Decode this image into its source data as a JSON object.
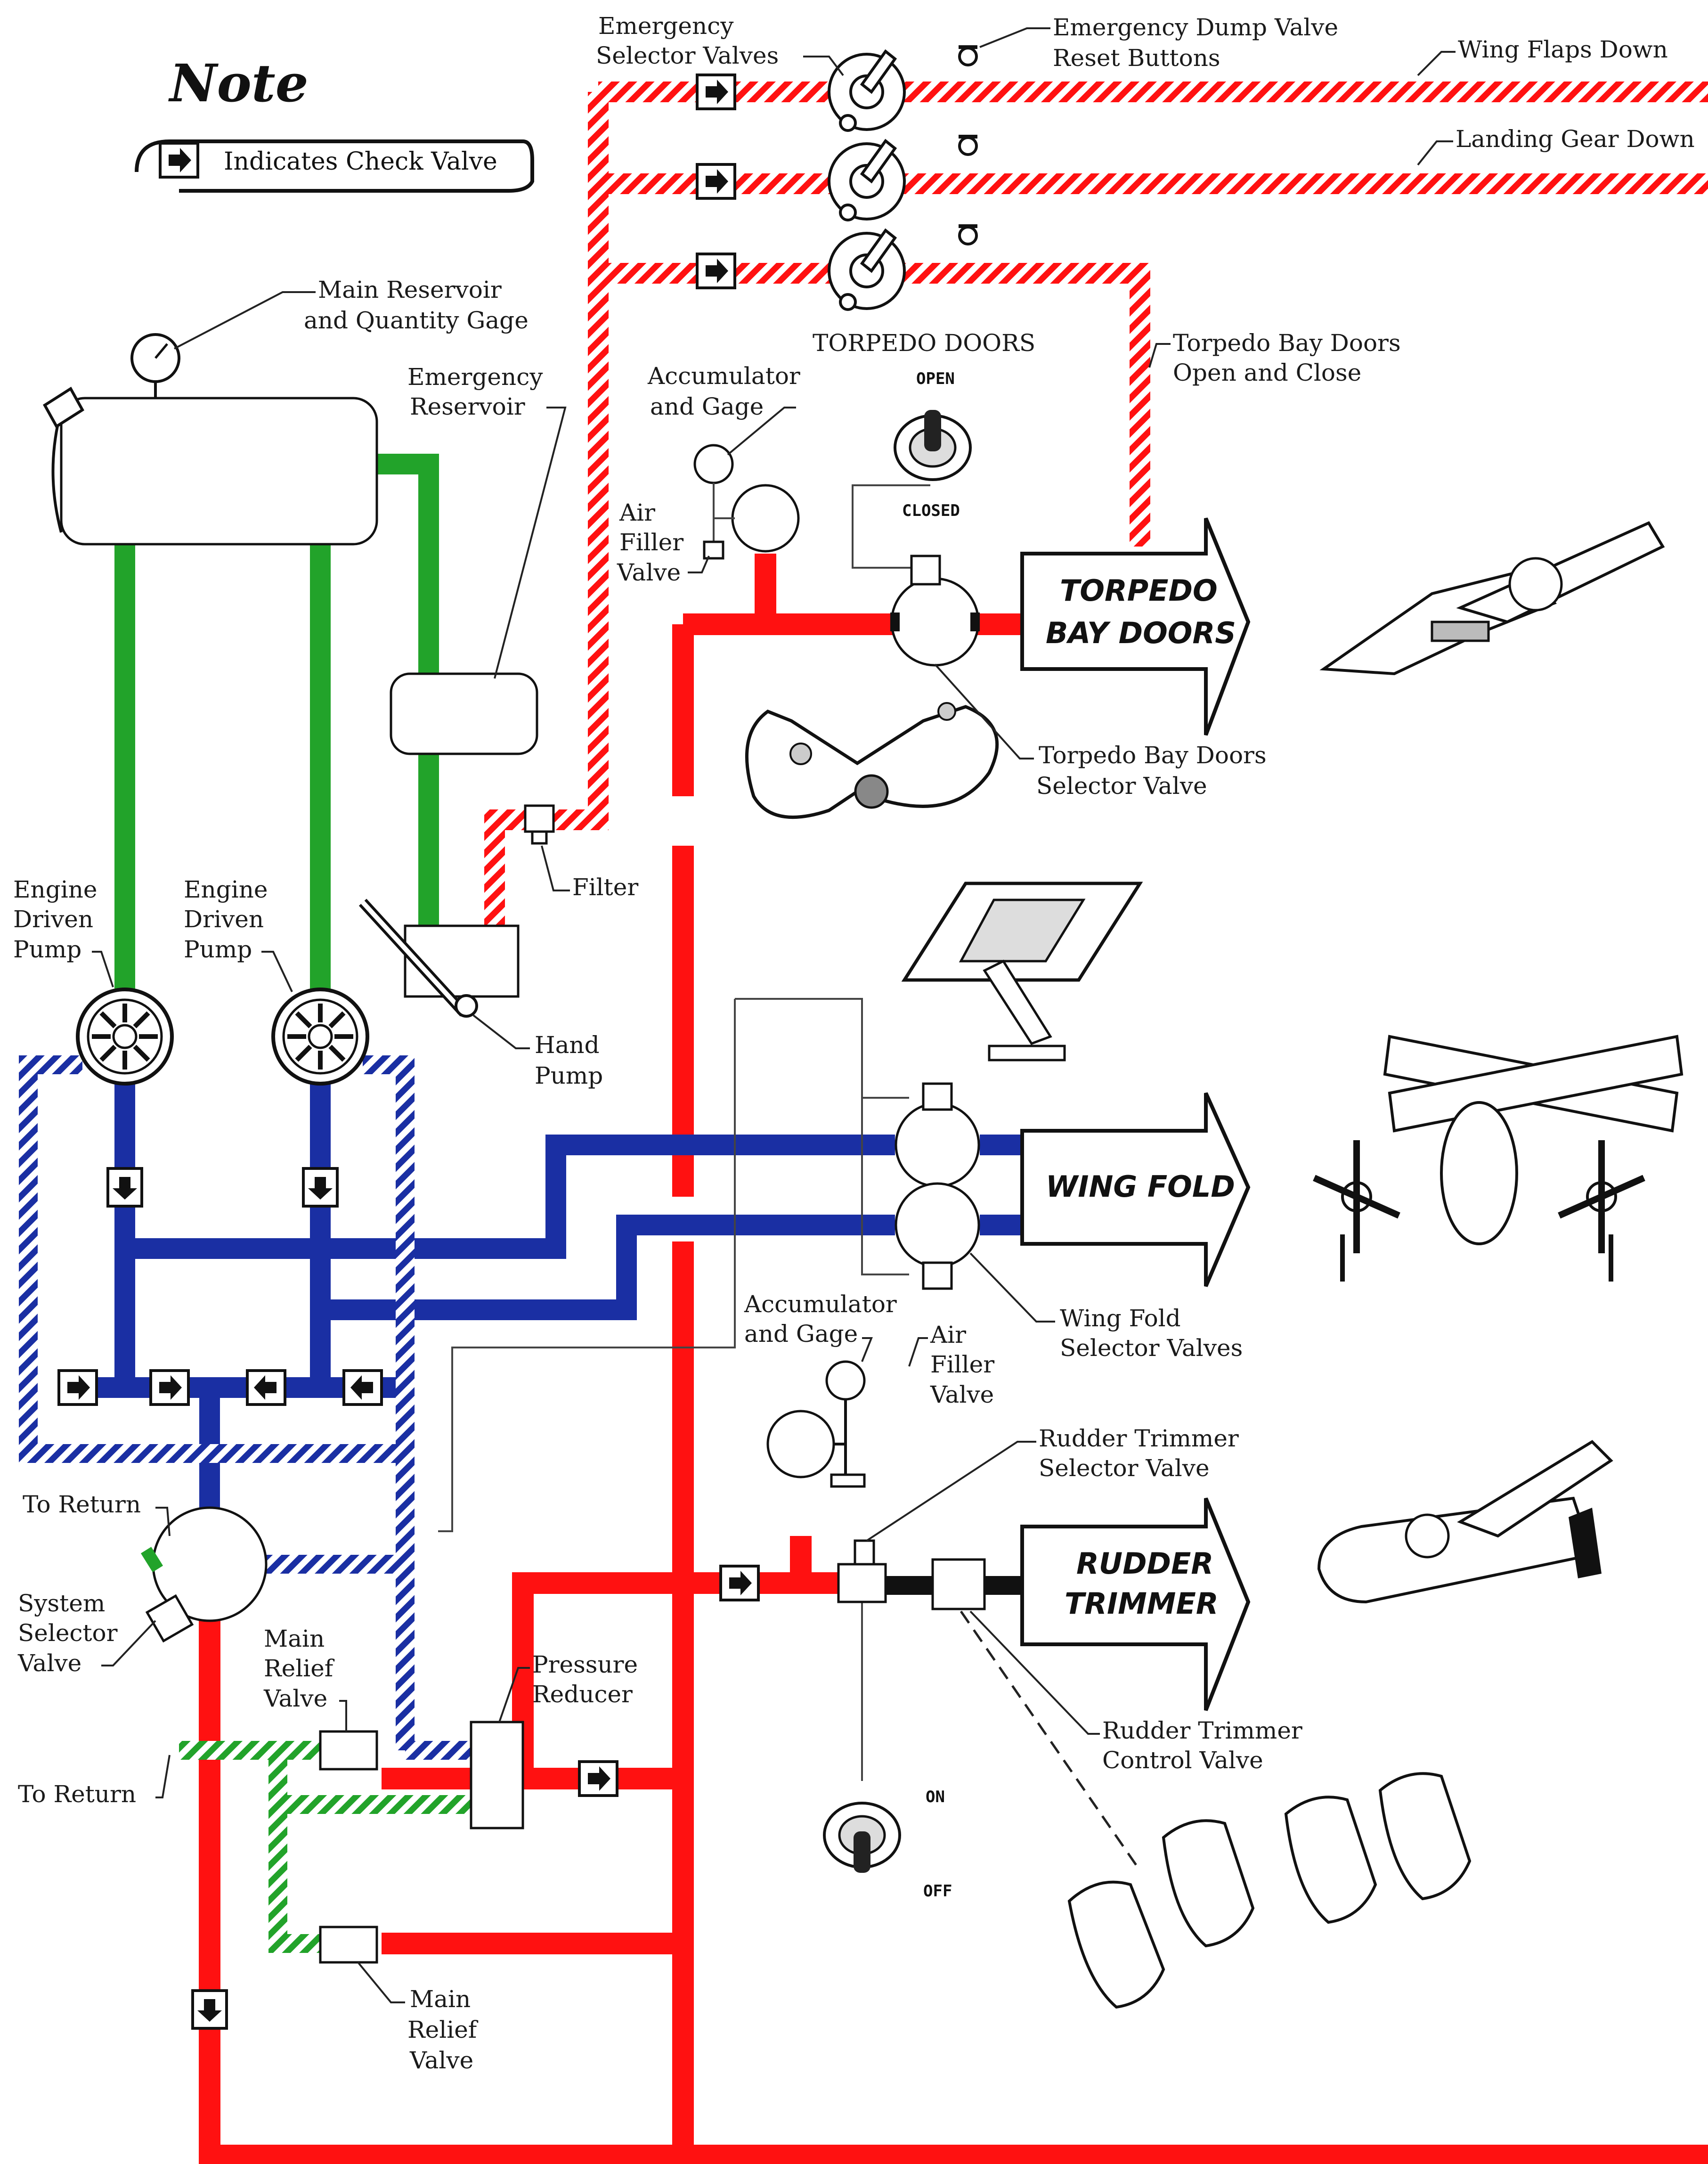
{
  "note": {
    "title": "Note",
    "legend": "Indicates Check Valve"
  },
  "colors": {
    "pressure": "#f11111",
    "pump": "#1a2fa3",
    "return": "#22a32a"
  },
  "labels": {
    "emergency_selector_valves": [
      "Emergency",
      "Selector Valves"
    ],
    "emergency_dump_valve": [
      "Emergency Dump Valve",
      "Reset Buttons"
    ],
    "wing_flaps_down": "Wing Flaps Down",
    "landing_gear_down": "Landing Gear Down",
    "main_reservoir": [
      "Main Reservoir",
      "and Quantity Gage"
    ],
    "emergency_reservoir": [
      "Emergency",
      "Reservoir"
    ],
    "torpedo_doors": "TORPEDO DOORS",
    "torpedo_bay_doors_open_close": [
      "Torpedo Bay Doors",
      "Open and Close"
    ],
    "accumulator_top": [
      "Accumulator",
      "and Gage"
    ],
    "air_filler_top": [
      "Air",
      "Filler",
      "Valve"
    ],
    "switch_open": "OPEN",
    "switch_closed": "CLOSED",
    "torpedo_selector": [
      "Torpedo Bay Doors",
      "Selector Valve"
    ],
    "filter": "Filter",
    "engine_pump_left": [
      "Engine",
      "Driven",
      "Pump"
    ],
    "engine_pump_right": [
      "Engine",
      "Driven",
      "Pump"
    ],
    "hand_pump": [
      "Hand",
      "Pump"
    ],
    "accumulator_mid": [
      "Accumulator",
      "and Gage"
    ],
    "air_filler_mid": [
      "Air",
      "Filler",
      "Valve"
    ],
    "wing_fold_selector": [
      "Wing Fold",
      "Selector Valves"
    ],
    "rudder_trimmer_selector": [
      "Rudder Trimmer",
      "Selector Valve"
    ],
    "rudder_trimmer_control": [
      "Rudder Trimmer",
      "Control Valve"
    ],
    "to_return_top": "To Return",
    "system_selector": [
      "System",
      "Selector",
      "Valve"
    ],
    "main_relief_top": [
      "Main",
      "Relief",
      "Valve"
    ],
    "pressure_reducer": [
      "Pressure",
      "Reducer"
    ],
    "to_return_bottom": "To Return",
    "main_relief_bottom": [
      "Main",
      "Relief",
      "Valve"
    ],
    "switch_on": "ON",
    "switch_off": "OFF"
  },
  "arrows": {
    "torpedo": [
      "TORPEDO",
      "BAY DOORS"
    ],
    "wing_fold": "WING FOLD",
    "rudder": [
      "RUDDER",
      "TRIMMER"
    ]
  }
}
